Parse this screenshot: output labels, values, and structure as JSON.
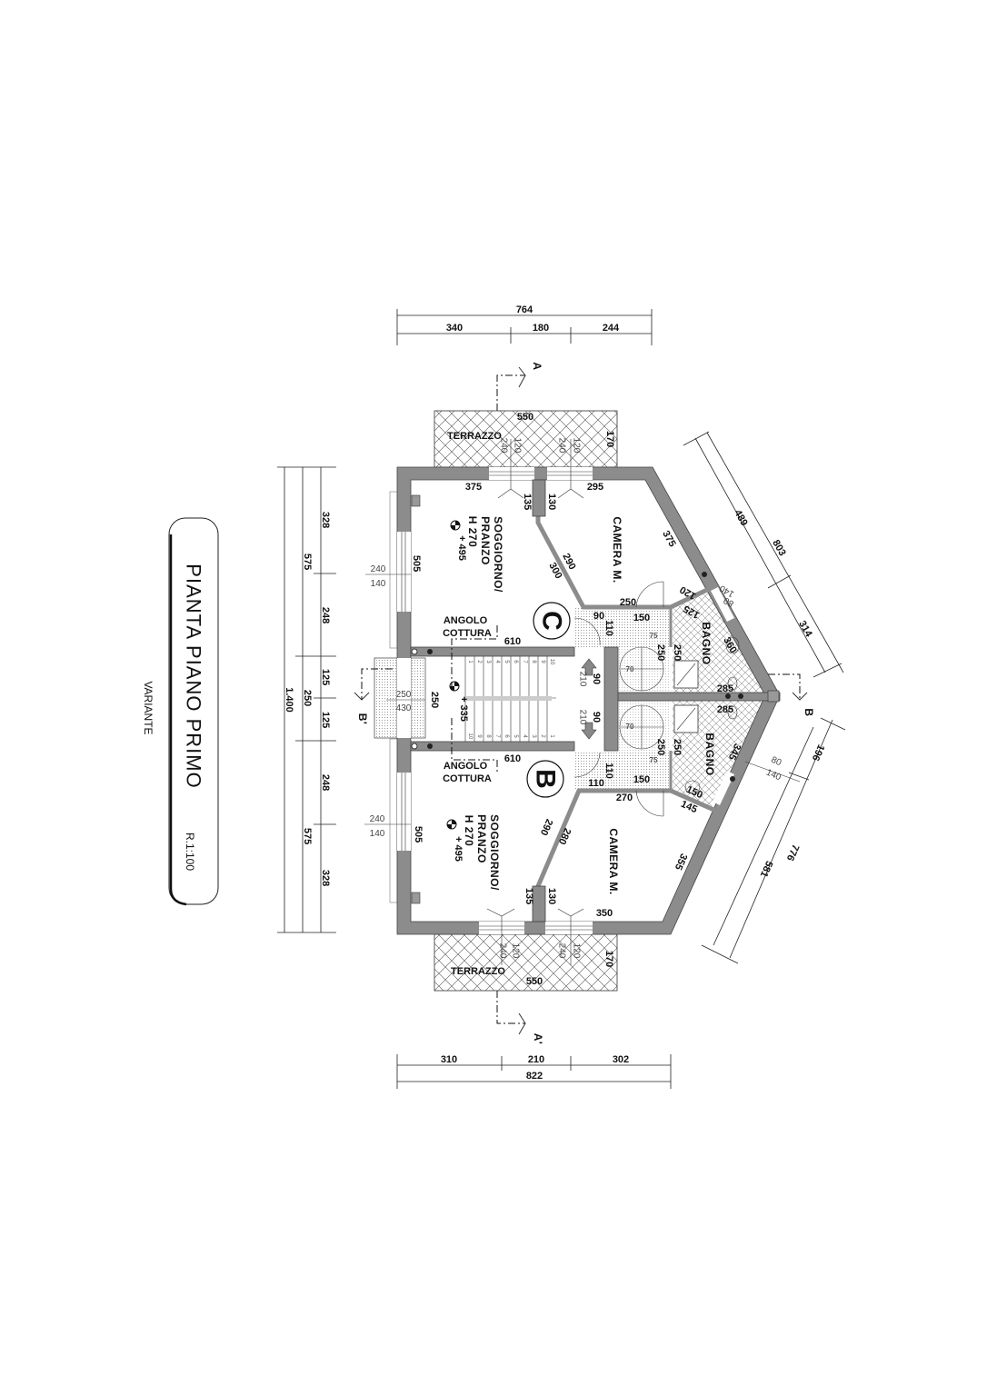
{
  "title_block": {
    "title": "PIANTA PIANO PRIMO",
    "scale": "R.1:100",
    "subtitle": "VARIANTE"
  },
  "dims_top": {
    "total": "764",
    "parts": [
      "340",
      "180",
      "244"
    ]
  },
  "dims_bottom": {
    "total": "822",
    "parts": [
      "310",
      "210",
      "302"
    ]
  },
  "dims_left": {
    "total": "1.400",
    "mid": [
      "575",
      "250",
      "575"
    ],
    "inner": [
      "328",
      "248",
      "125",
      "125",
      "248",
      "328"
    ]
  },
  "dims_diag_upper": [
    "489",
    "803",
    "314"
  ],
  "dims_diag_lower": [
    "196",
    "776",
    "581"
  ],
  "sections": {
    "a": "A",
    "a2": "A'",
    "b": "B",
    "b2": "B'"
  },
  "unit_c": {
    "badge": "C",
    "terrazzo": {
      "label": "TERRAZZO",
      "width": "550",
      "depth": "170",
      "win1": [
        "240",
        "120"
      ],
      "win2": [
        "240",
        "120"
      ]
    },
    "soggiorno": {
      "l1": "SOGGIORNO/",
      "l2": "PRANZO",
      "l3": "H 270",
      "level": "+ 495"
    },
    "camera": "CAMERA M.",
    "kitchen": {
      "l1": "ANGOLO",
      "l2": "COTTURA"
    },
    "bagno": "BAGNO",
    "dims": {
      "d375": "375",
      "d295": "295",
      "d135": "135",
      "d130": "130",
      "d290": "290",
      "d300": "300",
      "d375b": "375",
      "d505": "505",
      "d250": "250",
      "d90": "90",
      "d150": "150",
      "d110": "110",
      "d75": "75",
      "d250a": "250",
      "d250b": "250",
      "d360": "360",
      "d120": "120",
      "d125": "125",
      "d610": "610",
      "w140": "140",
      "w80": "80",
      "left_win": [
        "240",
        "140"
      ],
      "d285": "285",
      "d70": "70",
      "stair_90": "90",
      "stair_210": "210"
    }
  },
  "unit_b": {
    "badge": "B",
    "terrazzo": {
      "label": "TERRAZZO",
      "width": "550",
      "depth": "170",
      "win1": [
        "240",
        "120"
      ],
      "win2": [
        "240",
        "120"
      ]
    },
    "soggiorno": {
      "l1": "SOGGIORNO/",
      "l2": "PRANZO",
      "l3": "H 270",
      "level": "+ 495"
    },
    "camera": "CAMERA M.",
    "kitchen": {
      "l1": "ANGOLO",
      "l2": "COTTURA"
    },
    "bagno": "BAGNO",
    "dims": {
      "d350": "350",
      "d135": "135",
      "d130": "130",
      "d290": "290",
      "d280": "280",
      "d355": "355",
      "d505": "505",
      "d270": "270",
      "d110a": "110",
      "d110b": "110",
      "d150": "150",
      "d75": "75",
      "d250a": "250",
      "d250b": "250",
      "d345": "345",
      "d150b": "150",
      "d145": "145",
      "d610": "610",
      "w80": "80",
      "w140": "140",
      "left_win": [
        "240",
        "140"
      ],
      "d285": "285",
      "d70": "70",
      "stair_90": "90",
      "stair_210": "210"
    }
  },
  "stair": {
    "level": "+ 335",
    "width": "250",
    "steps_up": [
      "1",
      "2",
      "3",
      "4",
      "5",
      "6",
      "7",
      "8",
      "9",
      "10"
    ],
    "steps_down": [
      "10",
      "9",
      "8",
      "7",
      "6",
      "5",
      "4",
      "3",
      "2",
      "1"
    ]
  },
  "balcony": {
    "depth": "250",
    "width": "430"
  },
  "colors": {
    "wall": "#8c8c8c",
    "ink": "#111111"
  }
}
